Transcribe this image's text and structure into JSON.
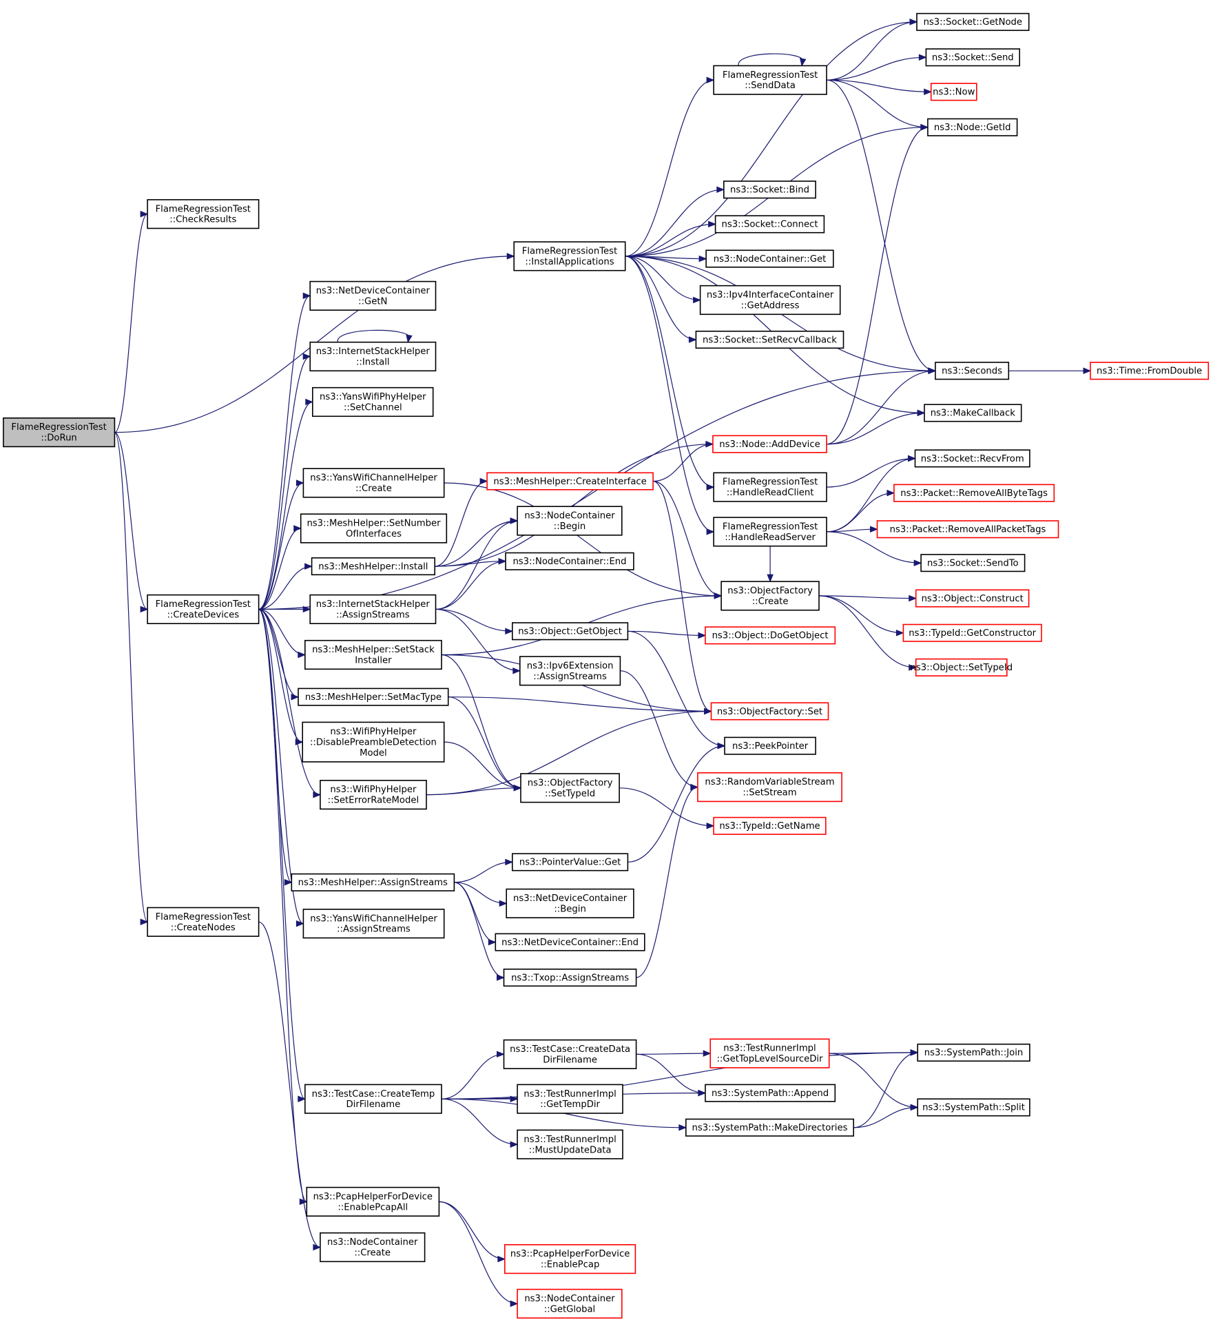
{
  "colors": {
    "edge": "#191970",
    "node_border": "#000000",
    "node_border_truncated": "#ff0000",
    "root_fill": "#bfbfbf",
    "node_fill": "#ffffff"
  },
  "nodes": [
    {
      "id": "dorun",
      "lines": [
        "FlameRegressionTest",
        "::DoRun"
      ],
      "style": "root"
    },
    {
      "id": "checkresults",
      "lines": [
        "FlameRegressionTest",
        "::CheckResults"
      ],
      "style": "normal"
    },
    {
      "id": "installapps",
      "lines": [
        "FlameRegressionTest",
        "::InstallApplications"
      ],
      "style": "normal"
    },
    {
      "id": "createdevices",
      "lines": [
        "FlameRegressionTest",
        "::CreateDevices"
      ],
      "style": "normal"
    },
    {
      "id": "createnodes",
      "lines": [
        "FlameRegressionTest",
        "::CreateNodes"
      ],
      "style": "normal"
    },
    {
      "id": "ndc_getn",
      "lines": [
        "ns3::NetDeviceContainer",
        "::GetN"
      ],
      "style": "normal"
    },
    {
      "id": "ish_install",
      "lines": [
        "ns3::InternetStackHelper",
        "::Install"
      ],
      "style": "normal"
    },
    {
      "id": "ywph_setchannel",
      "lines": [
        "ns3::YansWifiPhyHelper",
        "::SetChannel"
      ],
      "style": "normal"
    },
    {
      "id": "ywch_create",
      "lines": [
        "ns3::YansWifiChannelHelper",
        "::Create"
      ],
      "style": "normal"
    },
    {
      "id": "mh_setnumif",
      "lines": [
        "ns3::MeshHelper::SetNumber",
        "OfInterfaces"
      ],
      "style": "normal"
    },
    {
      "id": "mh_install",
      "lines": [
        "ns3::MeshHelper::Install"
      ],
      "style": "normal"
    },
    {
      "id": "ish_assign",
      "lines": [
        "ns3::InternetStackHelper",
        "::AssignStreams"
      ],
      "style": "normal"
    },
    {
      "id": "mh_setstack",
      "lines": [
        "ns3::MeshHelper::SetStack",
        "Installer"
      ],
      "style": "normal"
    },
    {
      "id": "mh_setmac",
      "lines": [
        "ns3::MeshHelper::SetMacType"
      ],
      "style": "normal"
    },
    {
      "id": "wph_disable",
      "lines": [
        "ns3::WifiPhyHelper",
        "::DisablePreambleDetection",
        "Model"
      ],
      "style": "normal"
    },
    {
      "id": "wph_seterror",
      "lines": [
        "ns3::WifiPhyHelper",
        "::SetErrorRateModel"
      ],
      "style": "normal"
    },
    {
      "id": "mh_assign",
      "lines": [
        "ns3::MeshHelper::AssignStreams"
      ],
      "style": "normal"
    },
    {
      "id": "ywch_assign",
      "lines": [
        "ns3::YansWifiChannelHelper",
        "::AssignStreams"
      ],
      "style": "normal"
    },
    {
      "id": "tc_createtemp",
      "lines": [
        "ns3::TestCase::CreateTemp",
        "DirFilename"
      ],
      "style": "normal"
    },
    {
      "id": "phfd_enableall",
      "lines": [
        "ns3::PcapHelperForDevice",
        "::EnablePcapAll"
      ],
      "style": "normal"
    },
    {
      "id": "nc_create",
      "lines": [
        "ns3::NodeContainer",
        "::Create"
      ],
      "style": "normal"
    },
    {
      "id": "mh_createif",
      "lines": [
        "ns3::MeshHelper::CreateInterface"
      ],
      "style": "truncated"
    },
    {
      "id": "nc_begin",
      "lines": [
        "ns3::NodeContainer",
        "::Begin"
      ],
      "style": "normal"
    },
    {
      "id": "nc_end",
      "lines": [
        "ns3::NodeContainer::End"
      ],
      "style": "normal"
    },
    {
      "id": "obj_getobject",
      "lines": [
        "ns3::Object::GetObject"
      ],
      "style": "normal"
    },
    {
      "id": "ipv6ext_assign",
      "lines": [
        "ns3::Ipv6Extension",
        "::AssignStreams"
      ],
      "style": "normal"
    },
    {
      "id": "of_settypeid",
      "lines": [
        "ns3::ObjectFactory",
        "::SetTypeId"
      ],
      "style": "normal"
    },
    {
      "id": "pv_get",
      "lines": [
        "ns3::PointerValue::Get"
      ],
      "style": "normal"
    },
    {
      "id": "ndc_begin",
      "lines": [
        "ns3::NetDeviceContainer",
        "::Begin"
      ],
      "style": "normal"
    },
    {
      "id": "ndc_end",
      "lines": [
        "ns3::NetDeviceContainer::End"
      ],
      "style": "normal"
    },
    {
      "id": "txop_assign",
      "lines": [
        "ns3::Txop::AssignStreams"
      ],
      "style": "normal"
    },
    {
      "id": "tc_createdata",
      "lines": [
        "ns3::TestCase::CreateData",
        "DirFilename"
      ],
      "style": "normal"
    },
    {
      "id": "tri_gettemp",
      "lines": [
        "ns3::TestRunnerImpl",
        "::GetTempDir"
      ],
      "style": "normal"
    },
    {
      "id": "tri_mustupdate",
      "lines": [
        "ns3::TestRunnerImpl",
        "::MustUpdateData"
      ],
      "style": "normal"
    },
    {
      "id": "phfd_enable",
      "lines": [
        "ns3::PcapHelperForDevice",
        "::EnablePcap"
      ],
      "style": "truncated"
    },
    {
      "id": "nc_getglobal",
      "lines": [
        "ns3::NodeContainer",
        "::GetGlobal"
      ],
      "style": "truncated"
    },
    {
      "id": "senddata",
      "lines": [
        "FlameRegressionTest",
        "::SendData"
      ],
      "style": "normal"
    },
    {
      "id": "sock_bind",
      "lines": [
        "ns3::Socket::Bind"
      ],
      "style": "normal"
    },
    {
      "id": "sock_connect",
      "lines": [
        "ns3::Socket::Connect"
      ],
      "style": "normal"
    },
    {
      "id": "nodecont_get",
      "lines": [
        "ns3::NodeContainer::Get"
      ],
      "style": "normal"
    },
    {
      "id": "ipv4ic_getaddr",
      "lines": [
        "ns3::Ipv4InterfaceContainer",
        "::GetAddress"
      ],
      "style": "normal"
    },
    {
      "id": "sock_setrecv",
      "lines": [
        "ns3::Socket::SetRecvCallback"
      ],
      "style": "normal"
    },
    {
      "id": "node_adddevice",
      "lines": [
        "ns3::Node::AddDevice"
      ],
      "style": "truncated"
    },
    {
      "id": "handleclient",
      "lines": [
        "FlameRegressionTest",
        "::HandleReadClient"
      ],
      "style": "normal"
    },
    {
      "id": "handleserver",
      "lines": [
        "FlameRegressionTest",
        "::HandleReadServer"
      ],
      "style": "normal"
    },
    {
      "id": "of_create",
      "lines": [
        "ns3::ObjectFactory",
        "::Create"
      ],
      "style": "normal"
    },
    {
      "id": "obj_dogetobject",
      "lines": [
        "ns3::Object::DoGetObject"
      ],
      "style": "truncated"
    },
    {
      "id": "of_set",
      "lines": [
        "ns3::ObjectFactory::Set"
      ],
      "style": "truncated"
    },
    {
      "id": "peekpointer",
      "lines": [
        "ns3::PeekPointer"
      ],
      "style": "normal"
    },
    {
      "id": "rvs_setstream",
      "lines": [
        "ns3::RandomVariableStream",
        "::SetStream"
      ],
      "style": "truncated"
    },
    {
      "id": "typeid_getname",
      "lines": [
        "ns3::TypeId::GetName"
      ],
      "style": "truncated"
    },
    {
      "id": "tri_gettoplevel",
      "lines": [
        "ns3::TestRunnerImpl",
        "::GetTopLevelSourceDir"
      ],
      "style": "truncated"
    },
    {
      "id": "sp_append",
      "lines": [
        "ns3::SystemPath::Append"
      ],
      "style": "normal"
    },
    {
      "id": "sp_makedirs",
      "lines": [
        "ns3::SystemPath::MakeDirectories"
      ],
      "style": "normal"
    },
    {
      "id": "sock_getnode",
      "lines": [
        "ns3::Socket::GetNode"
      ],
      "style": "normal"
    },
    {
      "id": "sock_send",
      "lines": [
        "ns3::Socket::Send"
      ],
      "style": "normal"
    },
    {
      "id": "ns3_now",
      "lines": [
        "ns3::Now"
      ],
      "style": "truncated"
    },
    {
      "id": "node_getid",
      "lines": [
        "ns3::Node::GetId"
      ],
      "style": "normal"
    },
    {
      "id": "seconds",
      "lines": [
        "ns3::Seconds"
      ],
      "style": "normal"
    },
    {
      "id": "makecallback",
      "lines": [
        "ns3::MakeCallback"
      ],
      "style": "normal"
    },
    {
      "id": "sock_recvfrom",
      "lines": [
        "ns3::Socket::RecvFrom"
      ],
      "style": "normal"
    },
    {
      "id": "pkt_rmbyte",
      "lines": [
        "ns3::Packet::RemoveAllByteTags"
      ],
      "style": "truncated"
    },
    {
      "id": "pkt_rmpacket",
      "lines": [
        "ns3::Packet::RemoveAllPacketTags"
      ],
      "style": "truncated"
    },
    {
      "id": "sock_sendto",
      "lines": [
        "ns3::Socket::SendTo"
      ],
      "style": "normal"
    },
    {
      "id": "obj_construct",
      "lines": [
        "ns3::Object::Construct"
      ],
      "style": "truncated"
    },
    {
      "id": "typeid_getctor",
      "lines": [
        "ns3::TypeId::GetConstructor"
      ],
      "style": "truncated"
    },
    {
      "id": "obj_settypeid",
      "lines": [
        "ns3::Object::SetTypeId"
      ],
      "style": "truncated"
    },
    {
      "id": "sp_join",
      "lines": [
        "ns3::SystemPath::Join"
      ],
      "style": "normal"
    },
    {
      "id": "sp_split",
      "lines": [
        "ns3::SystemPath::Split"
      ],
      "style": "normal"
    },
    {
      "id": "time_fromdouble",
      "lines": [
        "ns3::Time::FromDouble"
      ],
      "style": "truncated"
    }
  ],
  "edges": [
    [
      "dorun",
      "checkresults"
    ],
    [
      "dorun",
      "installapps"
    ],
    [
      "dorun",
      "createdevices"
    ],
    [
      "dorun",
      "createnodes"
    ],
    [
      "installapps",
      "senddata"
    ],
    [
      "installapps",
      "sock_bind"
    ],
    [
      "installapps",
      "sock_connect"
    ],
    [
      "installapps",
      "nodecont_get"
    ],
    [
      "installapps",
      "ipv4ic_getaddr"
    ],
    [
      "installapps",
      "sock_setrecv"
    ],
    [
      "installapps",
      "sock_getnode"
    ],
    [
      "installapps",
      "node_getid"
    ],
    [
      "installapps",
      "seconds"
    ],
    [
      "installapps",
      "makecallback"
    ],
    [
      "installapps",
      "handleclient"
    ],
    [
      "installapps",
      "handleserver"
    ],
    [
      "senddata",
      "senddata"
    ],
    [
      "senddata",
      "sock_getnode"
    ],
    [
      "senddata",
      "sock_send"
    ],
    [
      "senddata",
      "ns3_now"
    ],
    [
      "senddata",
      "node_getid"
    ],
    [
      "senddata",
      "seconds"
    ],
    [
      "createdevices",
      "ndc_getn"
    ],
    [
      "createdevices",
      "ish_install"
    ],
    [
      "createdevices",
      "ywph_setchannel"
    ],
    [
      "createdevices",
      "ywch_create"
    ],
    [
      "createdevices",
      "mh_setnumif"
    ],
    [
      "createdevices",
      "mh_install"
    ],
    [
      "createdevices",
      "ish_assign"
    ],
    [
      "createdevices",
      "mh_setstack"
    ],
    [
      "createdevices",
      "mh_setmac"
    ],
    [
      "createdevices",
      "wph_disable"
    ],
    [
      "createdevices",
      "wph_seterror"
    ],
    [
      "createdevices",
      "mh_assign"
    ],
    [
      "createdevices",
      "ywch_assign"
    ],
    [
      "createdevices",
      "tc_createtemp"
    ],
    [
      "createdevices",
      "phfd_enableall"
    ],
    [
      "createdevices",
      "seconds"
    ],
    [
      "createnodes",
      "nc_create"
    ],
    [
      "ish_install",
      "ish_install"
    ],
    [
      "ywch_create",
      "of_create"
    ],
    [
      "mh_install",
      "mh_createif"
    ],
    [
      "mh_install",
      "nc_begin"
    ],
    [
      "mh_install",
      "nc_end"
    ],
    [
      "mh_install",
      "node_adddevice"
    ],
    [
      "ish_assign",
      "nc_begin"
    ],
    [
      "ish_assign",
      "nc_end"
    ],
    [
      "ish_assign",
      "obj_getobject"
    ],
    [
      "ish_assign",
      "ipv6ext_assign"
    ],
    [
      "mh_setstack",
      "of_create"
    ],
    [
      "mh_setstack",
      "of_settypeid"
    ],
    [
      "mh_setstack",
      "of_set"
    ],
    [
      "mh_setmac",
      "of_settypeid"
    ],
    [
      "mh_setmac",
      "of_set"
    ],
    [
      "wph_disable",
      "of_settypeid"
    ],
    [
      "wph_seterror",
      "of_settypeid"
    ],
    [
      "wph_seterror",
      "of_set"
    ],
    [
      "mh_assign",
      "pv_get"
    ],
    [
      "mh_assign",
      "ndc_begin"
    ],
    [
      "mh_assign",
      "ndc_end"
    ],
    [
      "mh_assign",
      "txop_assign"
    ],
    [
      "tc_createtemp",
      "tc_createdata"
    ],
    [
      "tc_createtemp",
      "tri_gettemp"
    ],
    [
      "tc_createtemp",
      "tri_mustupdate"
    ],
    [
      "tc_createtemp",
      "sp_join"
    ],
    [
      "tc_createtemp",
      "sp_append"
    ],
    [
      "tc_createtemp",
      "sp_makedirs"
    ],
    [
      "phfd_enableall",
      "phfd_enable"
    ],
    [
      "phfd_enableall",
      "nc_getglobal"
    ],
    [
      "mh_createif",
      "node_adddevice"
    ],
    [
      "mh_createif",
      "of_create"
    ],
    [
      "mh_createif",
      "of_set"
    ],
    [
      "obj_getobject",
      "obj_dogetobject"
    ],
    [
      "obj_getobject",
      "peekpointer"
    ],
    [
      "ipv6ext_assign",
      "rvs_setstream"
    ],
    [
      "of_settypeid",
      "typeid_getname"
    ],
    [
      "pv_get",
      "peekpointer"
    ],
    [
      "txop_assign",
      "rvs_setstream"
    ],
    [
      "tc_createdata",
      "tri_gettoplevel"
    ],
    [
      "tc_createdata",
      "sp_append"
    ],
    [
      "tri_gettoplevel",
      "sp_join"
    ],
    [
      "tri_gettoplevel",
      "sp_split"
    ],
    [
      "sp_makedirs",
      "sp_join"
    ],
    [
      "sp_makedirs",
      "sp_split"
    ],
    [
      "node_adddevice",
      "node_getid"
    ],
    [
      "node_adddevice",
      "seconds"
    ],
    [
      "node_adddevice",
      "makecallback"
    ],
    [
      "handleclient",
      "sock_recvfrom"
    ],
    [
      "handleserver",
      "sock_recvfrom"
    ],
    [
      "handleserver",
      "pkt_rmbyte"
    ],
    [
      "handleserver",
      "pkt_rmpacket"
    ],
    [
      "handleserver",
      "sock_sendto"
    ],
    [
      "handleserver",
      "of_create"
    ],
    [
      "of_create",
      "obj_construct"
    ],
    [
      "of_create",
      "typeid_getctor"
    ],
    [
      "of_create",
      "obj_settypeid"
    ],
    [
      "seconds",
      "time_fromdouble"
    ]
  ]
}
